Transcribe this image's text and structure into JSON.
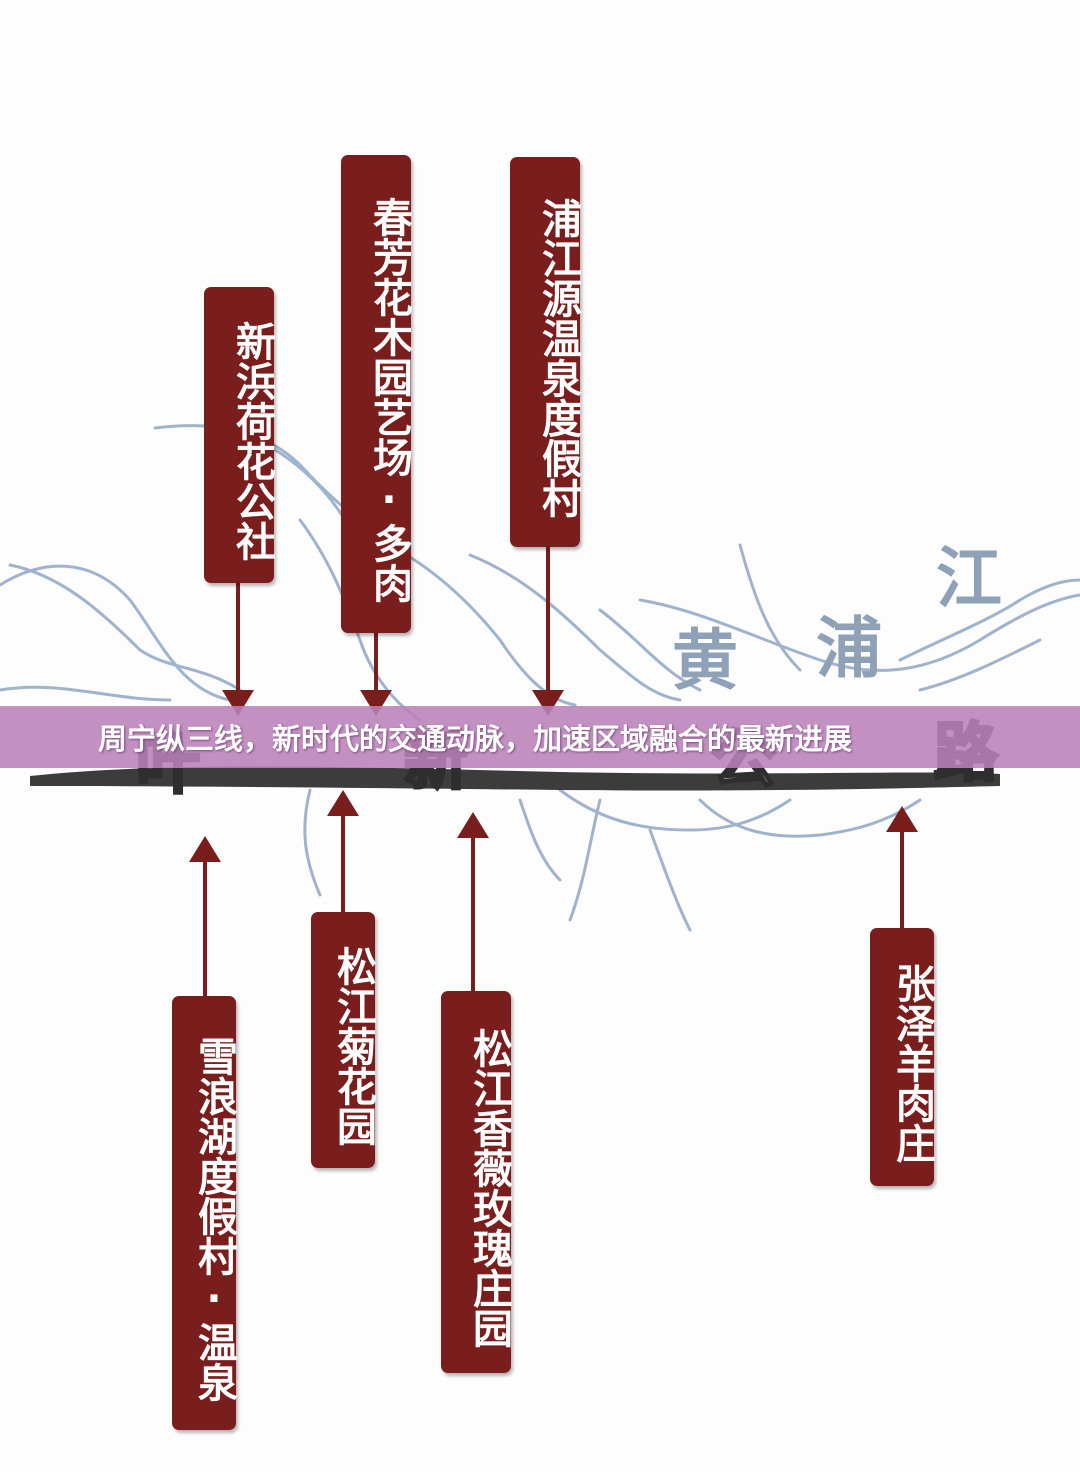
{
  "caption": "周宁纵三线，新时代的交通动脉，加速区域融合的最新进展",
  "region_labels": {
    "jiang": "江",
    "huang": "黄",
    "pu": "浦"
  },
  "road_labels": {
    "ye": "叶",
    "xin": "新",
    "gong": "公",
    "lu": "路"
  },
  "spots_above": [
    {
      "name": "新浜荷花公社"
    },
    {
      "name": "春芳花木园艺场·多肉"
    },
    {
      "name": "浦江源温泉度假村"
    }
  ],
  "spots_below": [
    {
      "name": "雪浪湖度假村·温泉"
    },
    {
      "name": "松江菊花园"
    },
    {
      "name": "松江香薇玫瑰庄园"
    },
    {
      "name": "张泽羊肉庄"
    }
  ],
  "colors": {
    "spot_fill": "#7a1d1d",
    "arrow": "#7a1d1d",
    "river": "#9aaecb",
    "road": "#2b2b2b",
    "banner": "#ba82ba"
  }
}
